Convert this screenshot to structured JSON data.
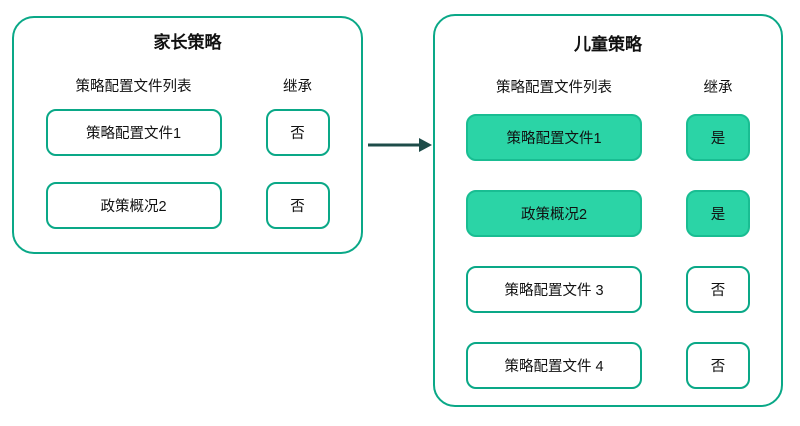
{
  "diagram": {
    "type": "policy-inheritance-diagram",
    "colors": {
      "panel_border": "#0aa887",
      "highlight_fill": "#2bd4a6",
      "highlight_border": "#19bd92",
      "arrow": "#1e4c49",
      "text": "#111111",
      "background": "#ffffff"
    },
    "arrow_icon": "right-arrow"
  },
  "panels": [
    {
      "title": "家长策略",
      "list_header": "策略配置文件列表",
      "inherit_header": "继承",
      "rows": [
        {
          "label": "策略配置文件1",
          "inherit": "否",
          "highlighted": false
        },
        {
          "label": "政策概况2",
          "inherit": "否",
          "highlighted": false
        }
      ]
    },
    {
      "title": "儿童策略",
      "list_header": "策略配置文件列表",
      "inherit_header": "继承",
      "rows": [
        {
          "label": "策略配置文件1",
          "inherit": "是",
          "highlighted": true
        },
        {
          "label": "政策概况2",
          "inherit": "是",
          "highlighted": true
        },
        {
          "label": "策略配置文件 3",
          "inherit": "否",
          "highlighted": false
        },
        {
          "label": "策略配置文件 4",
          "inherit": "否",
          "highlighted": false
        }
      ]
    }
  ]
}
